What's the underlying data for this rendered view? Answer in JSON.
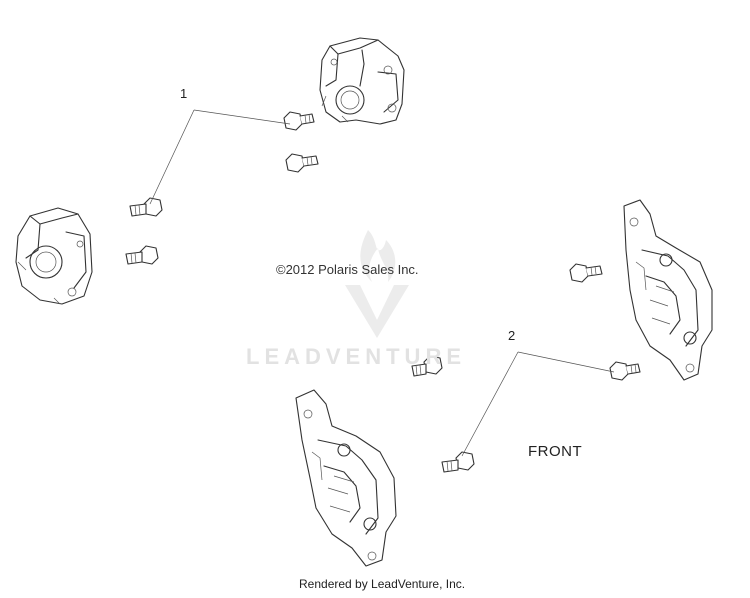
{
  "diagram": {
    "callouts": [
      {
        "label": "1"
      },
      {
        "label": "2"
      }
    ],
    "copyright": "©2012 Polaris Sales Inc.",
    "front_label": "FRONT",
    "watermark": "LEADVENTURE",
    "footer": "Rendered by LeadVenture, Inc."
  }
}
